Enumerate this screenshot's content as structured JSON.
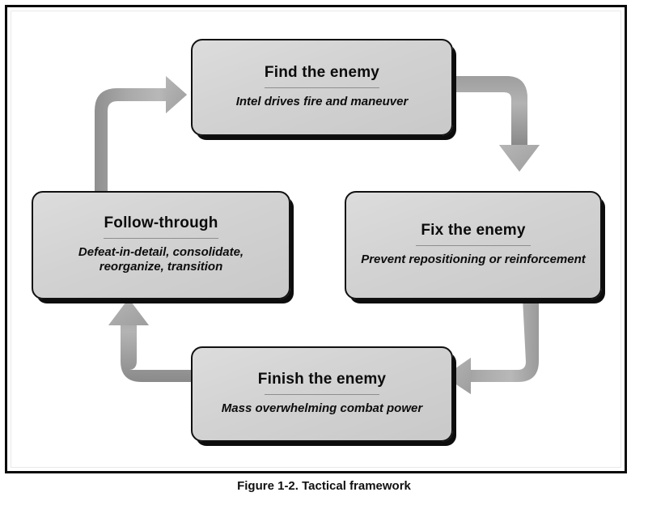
{
  "figure": {
    "caption": "Figure 1-2. Tactical framework",
    "border_color": "#0a0a0a",
    "background": "#ffffff"
  },
  "diagram": {
    "type": "cycle",
    "node_fill": "#d4d4d4",
    "node_border": "#111111",
    "arrow_color": "#a8a8a8",
    "nodes": [
      {
        "id": "find",
        "title": "Find the enemy",
        "subtitle": "Intel drives fire and maneuver"
      },
      {
        "id": "fix",
        "title": "Fix the enemy",
        "subtitle": "Prevent repositioning or reinforcement"
      },
      {
        "id": "finish",
        "title": "Finish the enemy",
        "subtitle": "Mass overwhelming combat power"
      },
      {
        "id": "follow",
        "title": "Follow-through",
        "subtitle": "Defeat-in-detail, consolidate, reorganize, transition"
      }
    ],
    "arrows": [
      {
        "id": "find-to-fix",
        "from": "find",
        "to": "fix",
        "direction": "down"
      },
      {
        "id": "fix-to-finish",
        "from": "fix",
        "to": "finish",
        "direction": "left"
      },
      {
        "id": "finish-to-follow",
        "from": "finish",
        "to": "follow",
        "direction": "up"
      },
      {
        "id": "follow-to-find",
        "from": "follow",
        "to": "find",
        "direction": "right"
      }
    ]
  }
}
